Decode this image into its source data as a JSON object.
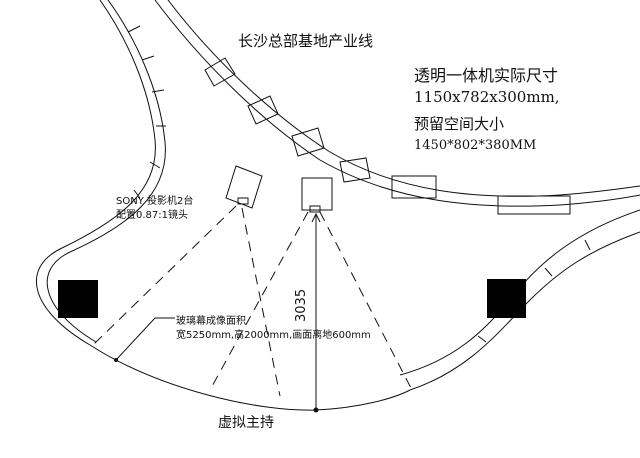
{
  "title": "长沙总部基地产业线",
  "spec_lines": [
    "透明一体机实际尺寸",
    "1150x782x300mm,",
    "预留空间大小",
    "1450*802*380MM"
  ],
  "projector_label_lines": [
    "SONY 投影机2台",
    "配置0.87:1镜头"
  ],
  "screen_label_lines": [
    "玻璃幕成像面积",
    "宽5250mm,高2000mm,画面离地600mm"
  ],
  "host_label": "虚拟主持",
  "dimension_label": "3035",
  "colors": {
    "line": "#111111",
    "block": "#000000",
    "background": "#ffffff"
  }
}
